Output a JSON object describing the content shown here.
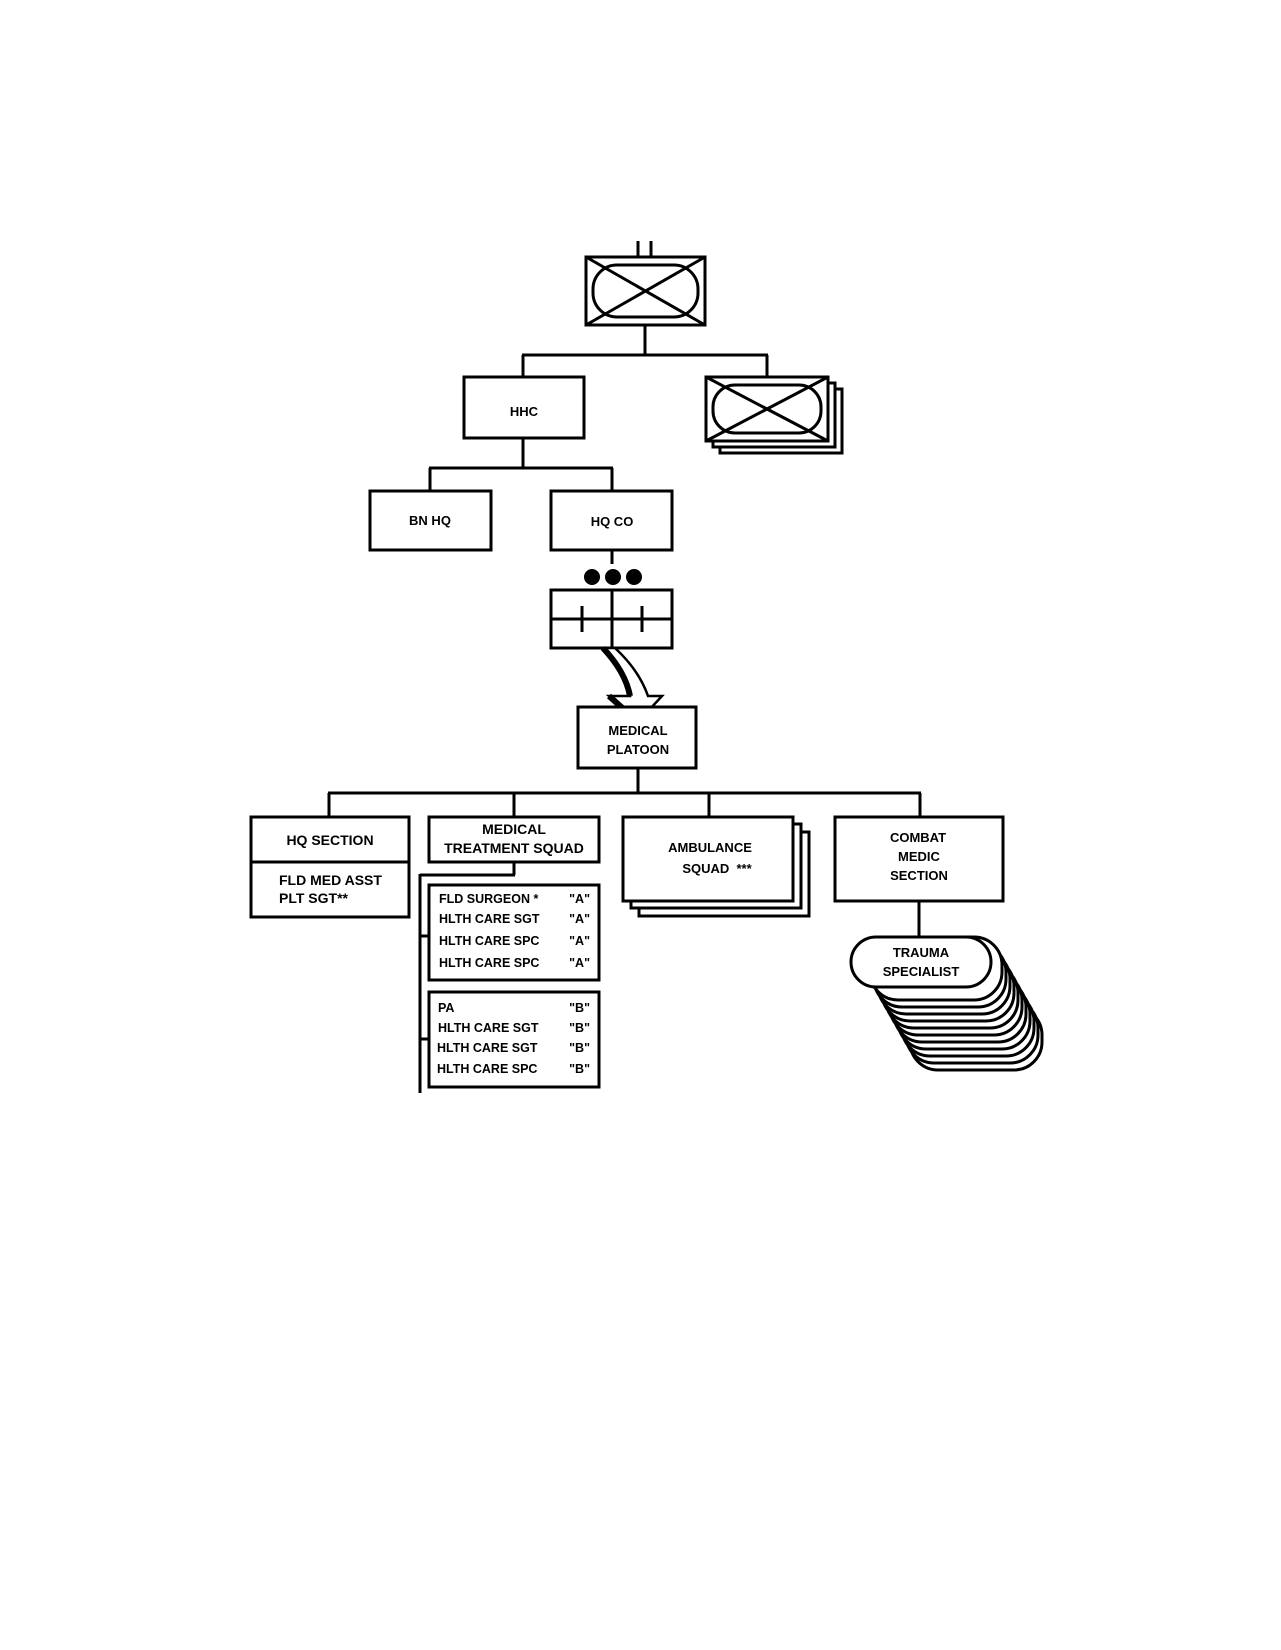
{
  "nodes": {
    "hhc": "HHC",
    "bn_hq": "BN HQ",
    "hq_co": "HQ CO",
    "medical_platoon": [
      "MEDICAL",
      "PLATOON"
    ],
    "hq_section": {
      "title": "HQ SECTION",
      "lines": [
        "FLD MED ASST",
        "PLT SGT**"
      ]
    },
    "medical_treatment_squad": [
      "MEDICAL",
      "TREATMENT SQUAD"
    ],
    "ambulance_squad": [
      "AMBULANCE",
      "SQUAD  ***"
    ],
    "combat_medic_section": [
      "COMBAT",
      "MEDIC",
      "SECTION"
    ],
    "trauma_specialist": [
      "TRAUMA",
      "SPECIALIST"
    ]
  },
  "team_a": [
    {
      "role": "FLD SURGEON *",
      "team": "\"A\""
    },
    {
      "role": "HLTH CARE SGT",
      "team": "\"A\""
    },
    {
      "role": "HLTH CARE SPC",
      "team": "\"A\""
    },
    {
      "role": "HLTH CARE SPC",
      "team": "\"A\""
    }
  ],
  "team_b": [
    {
      "role": "PA",
      "team": "\"B\""
    },
    {
      "role": "HLTH CARE SGT",
      "team": "\"B\""
    },
    {
      "role": "HLTH CARE SGT",
      "team": "\"B\""
    },
    {
      "role": "HLTH CARE SPC",
      "team": "\"B\""
    }
  ],
  "symbols": {
    "battalion": "infantry-battalion-symbol",
    "companies": "infantry-company-stack-symbol",
    "platoon_marker": "platoon-size-dots",
    "detail_arrow": "expand-arrow-icon"
  }
}
